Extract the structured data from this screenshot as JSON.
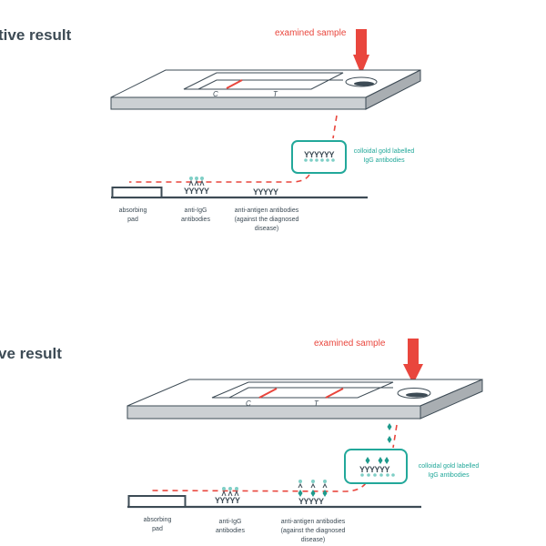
{
  "panels": [
    {
      "title": "tive result",
      "sample_label": "examined sample",
      "control_label": "C",
      "test_label": "T",
      "gold_box_antibodies": "YYYYYY",
      "gold_label": [
        "colloidal gold labelled",
        "IgG antibodies"
      ],
      "anti_igg_antibodies": "YYYYY",
      "anti_antigen_antibodies": "YYYYY",
      "pad_label": [
        "absorbing",
        "pad"
      ],
      "anti_igg_label": [
        "anti-IgG",
        "antibodies"
      ],
      "anti_antigen_label": [
        "anti-antigen antibodies",
        "(against the diagnosed",
        "disease)"
      ],
      "lines_visible": [
        "C"
      ]
    },
    {
      "title": "ve result",
      "sample_label": "examined sample",
      "control_label": "C",
      "test_label": "T",
      "gold_box_antibodies": "YYYYYY",
      "gold_label": [
        "colloidal gold labelled",
        "IgG antibodies"
      ],
      "anti_igg_antibodies": "YYYYY",
      "anti_antigen_antibodies": "YYYYY",
      "pad_label": [
        "absorbing",
        "pad"
      ],
      "anti_igg_label": [
        "anti-IgG",
        "antibodies"
      ],
      "anti_antigen_label": [
        "anti-antigen antibodies",
        "(against the diagnosed",
        "disease)"
      ],
      "lines_visible": [
        "C",
        "T"
      ]
    }
  ],
  "colors": {
    "accent_red": "#e9463d",
    "teal": "#22a89a",
    "dark": "#3d4b55"
  }
}
